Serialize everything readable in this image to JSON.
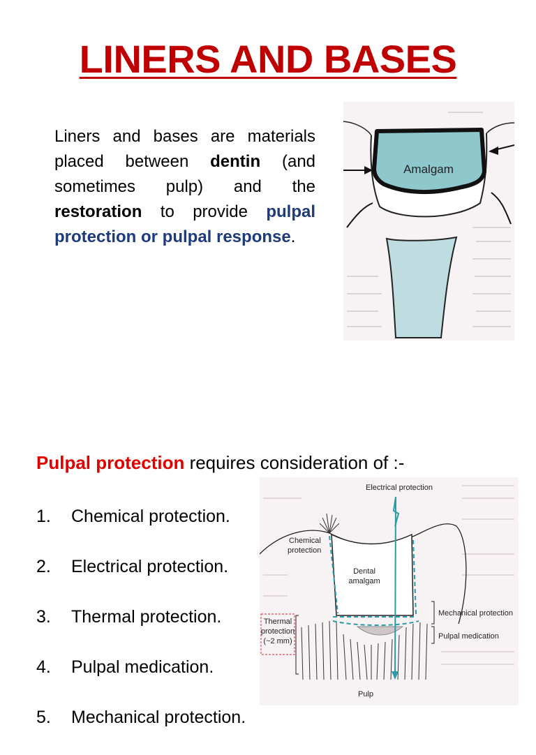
{
  "title": "LINERS AND BASES",
  "intro": {
    "p1": "Liners and bases are materials placed between ",
    "b1": "dentin",
    "p2": " (and sometimes pulp) and the ",
    "b2": "restoration",
    "p3": " to provide ",
    "blue": "pulpal protection or pulpal response",
    "p4": "."
  },
  "figure1": {
    "label": "Amalgam"
  },
  "subhead": {
    "red": "Pulpal protection",
    "rest": " requires consideration of :-"
  },
  "list": [
    {
      "num": "1.",
      "text": "Chemical protection."
    },
    {
      "num": "2.",
      "text": "Electrical protection."
    },
    {
      "num": "3.",
      "text": "Thermal protection."
    },
    {
      "num": "4.",
      "text": "Pulpal medication."
    },
    {
      "num": "5.",
      "text": "Mechanical protection."
    }
  ],
  "figure2": {
    "electrical": "Electrical protection",
    "chemical_1": "Chemical",
    "chemical_2": "protection",
    "dental_1": "Dental",
    "dental_2": "amalgam",
    "thermal_1": "Thermal",
    "thermal_2": "protection",
    "thermal_3": "(~2 mm)",
    "mechanical": "Mechanical protection",
    "medication": "Pulpal medication",
    "pulp": "Pulp"
  },
  "colors": {
    "title": "#c00000",
    "highlight_red": "#e00000",
    "highlight_blue": "#1f3a7a",
    "amalgam_fill": "#8ec7cc",
    "arrow_teal": "#2a9aa6",
    "thermal_box": "#e05060"
  }
}
